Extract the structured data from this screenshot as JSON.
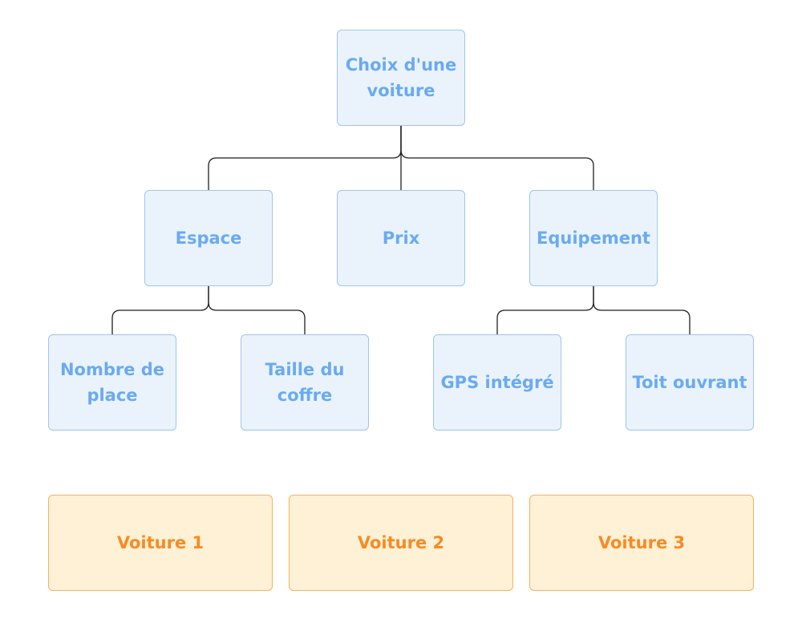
{
  "diagram": {
    "root": "Choix d'une voiture",
    "criteria": [
      "Espace",
      "Prix",
      "Equipement"
    ],
    "sub_criteria": {
      "espace": [
        "Nombre de place",
        "Taille du coffre"
      ],
      "equipement": [
        "GPS intégré",
        "Toit ouvrant"
      ]
    },
    "alternatives": [
      "Voiture 1",
      "Voiture 2",
      "Voiture 3"
    ]
  },
  "colors": {
    "criteria_fill": "#eaf3fc",
    "criteria_border": "#9ec5f0",
    "criteria_text": "#6aaaf2",
    "alternative_fill": "#fff1d6",
    "alternative_border": "#f6b060",
    "alternative_text": "#f78b22",
    "connector": "#1f1f1f"
  }
}
